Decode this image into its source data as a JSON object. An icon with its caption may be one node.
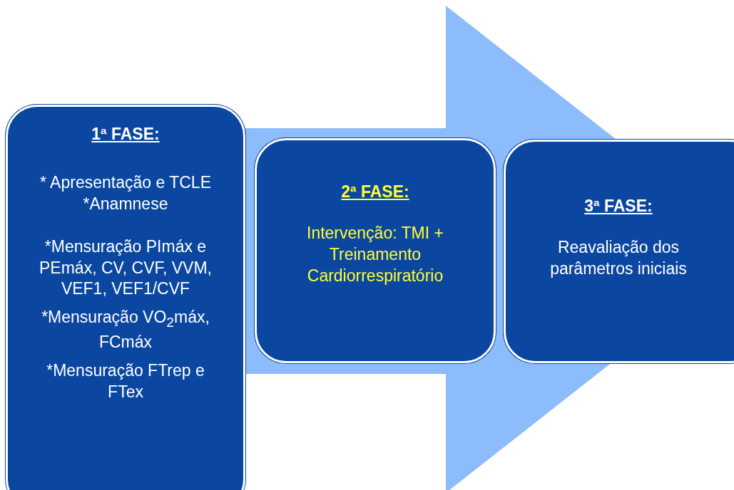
{
  "diagram": {
    "nodes": [
      {
        "text": [
          "1ª FASE:",
          "* Apresentação e TCLE",
          "*Anamnese",
          "*Mensuração PImáx e PEmáx, CV, CVF, VVM, VEF1, VEF1/CVF",
          "*Mensuração VO$_{2}$máx, FCmáx",
          "*Mensuração FTrep e FTex"
        ]
      },
      {
        "text": [
          "2ª FASE:",
          "Intervenção: TMI + Treinamento Cardiorrespiratório"
        ]
      },
      {
        "text": [
          "3ª FASE:",
          "Reavaliação dos parâmetros iniciais"
        ]
      }
    ],
    "edges": [
      {
        "from": 0,
        "to": 2,
        "arrow": "to"
      }
    ]
  }
}
